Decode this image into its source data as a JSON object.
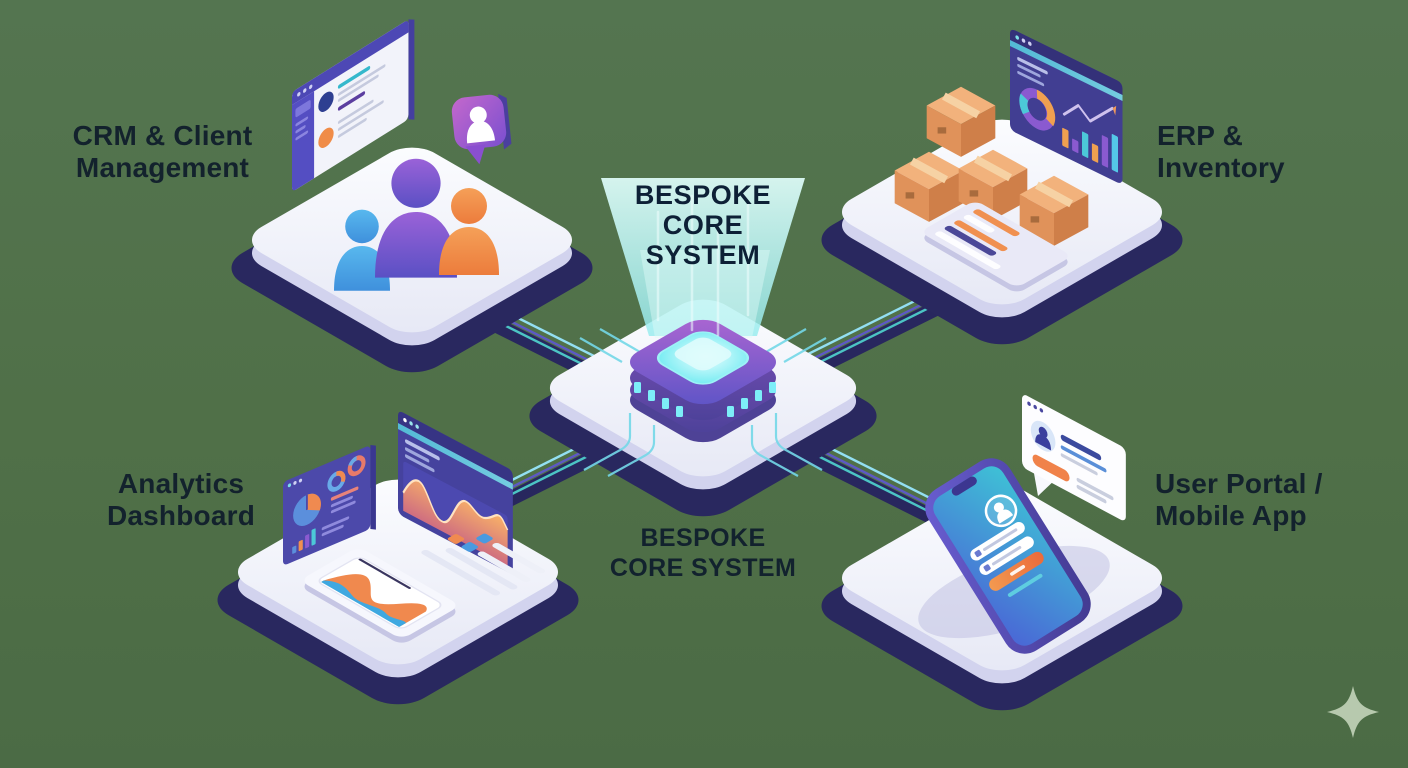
{
  "scene": {
    "background_color": "#50714a",
    "text_color": "#13222d",
    "watermark_icon": "sparkle",
    "watermark_color": "#b7c9ae"
  },
  "core": {
    "hologram_label": "BESPOKE\nCORE\nSYSTEM",
    "caption": "BESPOKE\nCORE SYSTEM",
    "chip_color": "#7a5cc8",
    "glow_color": "#8df0f4",
    "platform_top_color": "#f0f1f9",
    "platform_base_color": "#29285f"
  },
  "nodes": [
    {
      "id": "crm",
      "label": "CRM & Client\nManagement",
      "position": "top-left",
      "icons": [
        "browser-window-icon",
        "user-group-icon",
        "chat-bubble-icon"
      ]
    },
    {
      "id": "erp",
      "label": "ERP &\nInventory",
      "position": "top-right",
      "icons": [
        "inventory-boxes-icon",
        "analytics-screen-icon",
        "bar-chart-panel-icon"
      ]
    },
    {
      "id": "analytics",
      "label": "Analytics\nDashboard",
      "position": "bottom-left",
      "icons": [
        "pie-chart-screen-icon",
        "area-chart-screen-icon",
        "tablet-chart-icon",
        "task-list-icon"
      ]
    },
    {
      "id": "portal",
      "label": "User Portal /\nMobile App",
      "position": "bottom-right",
      "icons": [
        "smartphone-login-icon",
        "profile-card-icon"
      ]
    }
  ],
  "connectors": {
    "band_color": "#28275e",
    "line_colors": [
      "#93dff2",
      "#5d59c4",
      "#4cc4c4"
    ]
  }
}
